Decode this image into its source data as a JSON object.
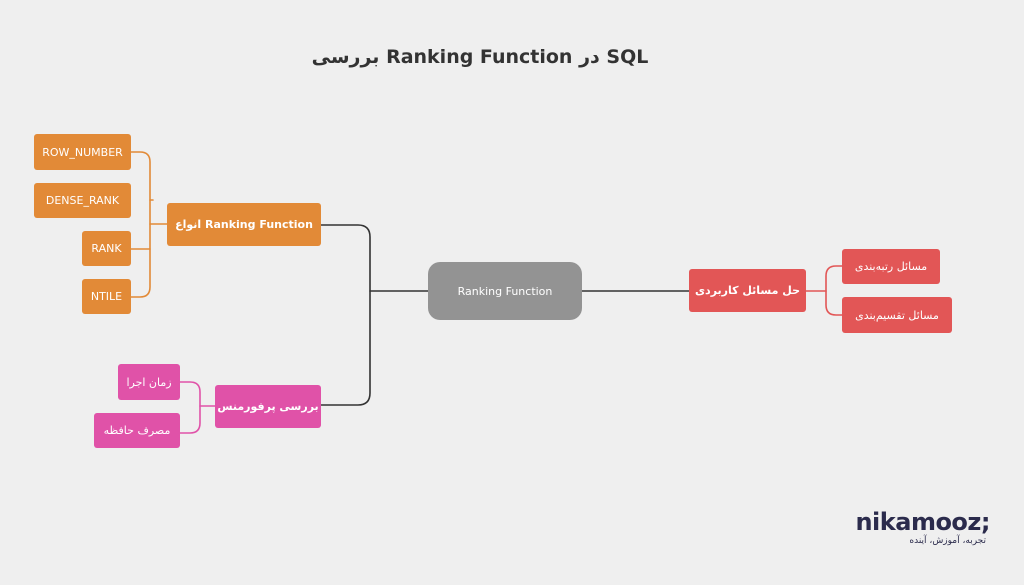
{
  "title": "بررسی Ranking Function در SQL",
  "center": "Ranking Function",
  "left_top": {
    "label": "انواع Ranking Function",
    "children": [
      "ROW_NUMBER",
      "DENSE_RANK",
      "RANK",
      "NTILE"
    ]
  },
  "left_bottom": {
    "label": "بررسی پرفورمنس",
    "children": [
      "زمان اجرا",
      "مصرف حافظه"
    ]
  },
  "right": {
    "label": "حل مسائل کاربردی",
    "children": [
      "مسائل رتبه‌بندی",
      "مسائل تقسیم‌بندی"
    ]
  },
  "logo": {
    "word": "nikamooz;",
    "tagline": "تجربه، آموزش، آینده"
  },
  "colors": {
    "background": "#efefef",
    "orange": "#e28a37",
    "pink": "#e052a8",
    "red": "#e25656",
    "center": "#939393",
    "line": "#333333"
  }
}
